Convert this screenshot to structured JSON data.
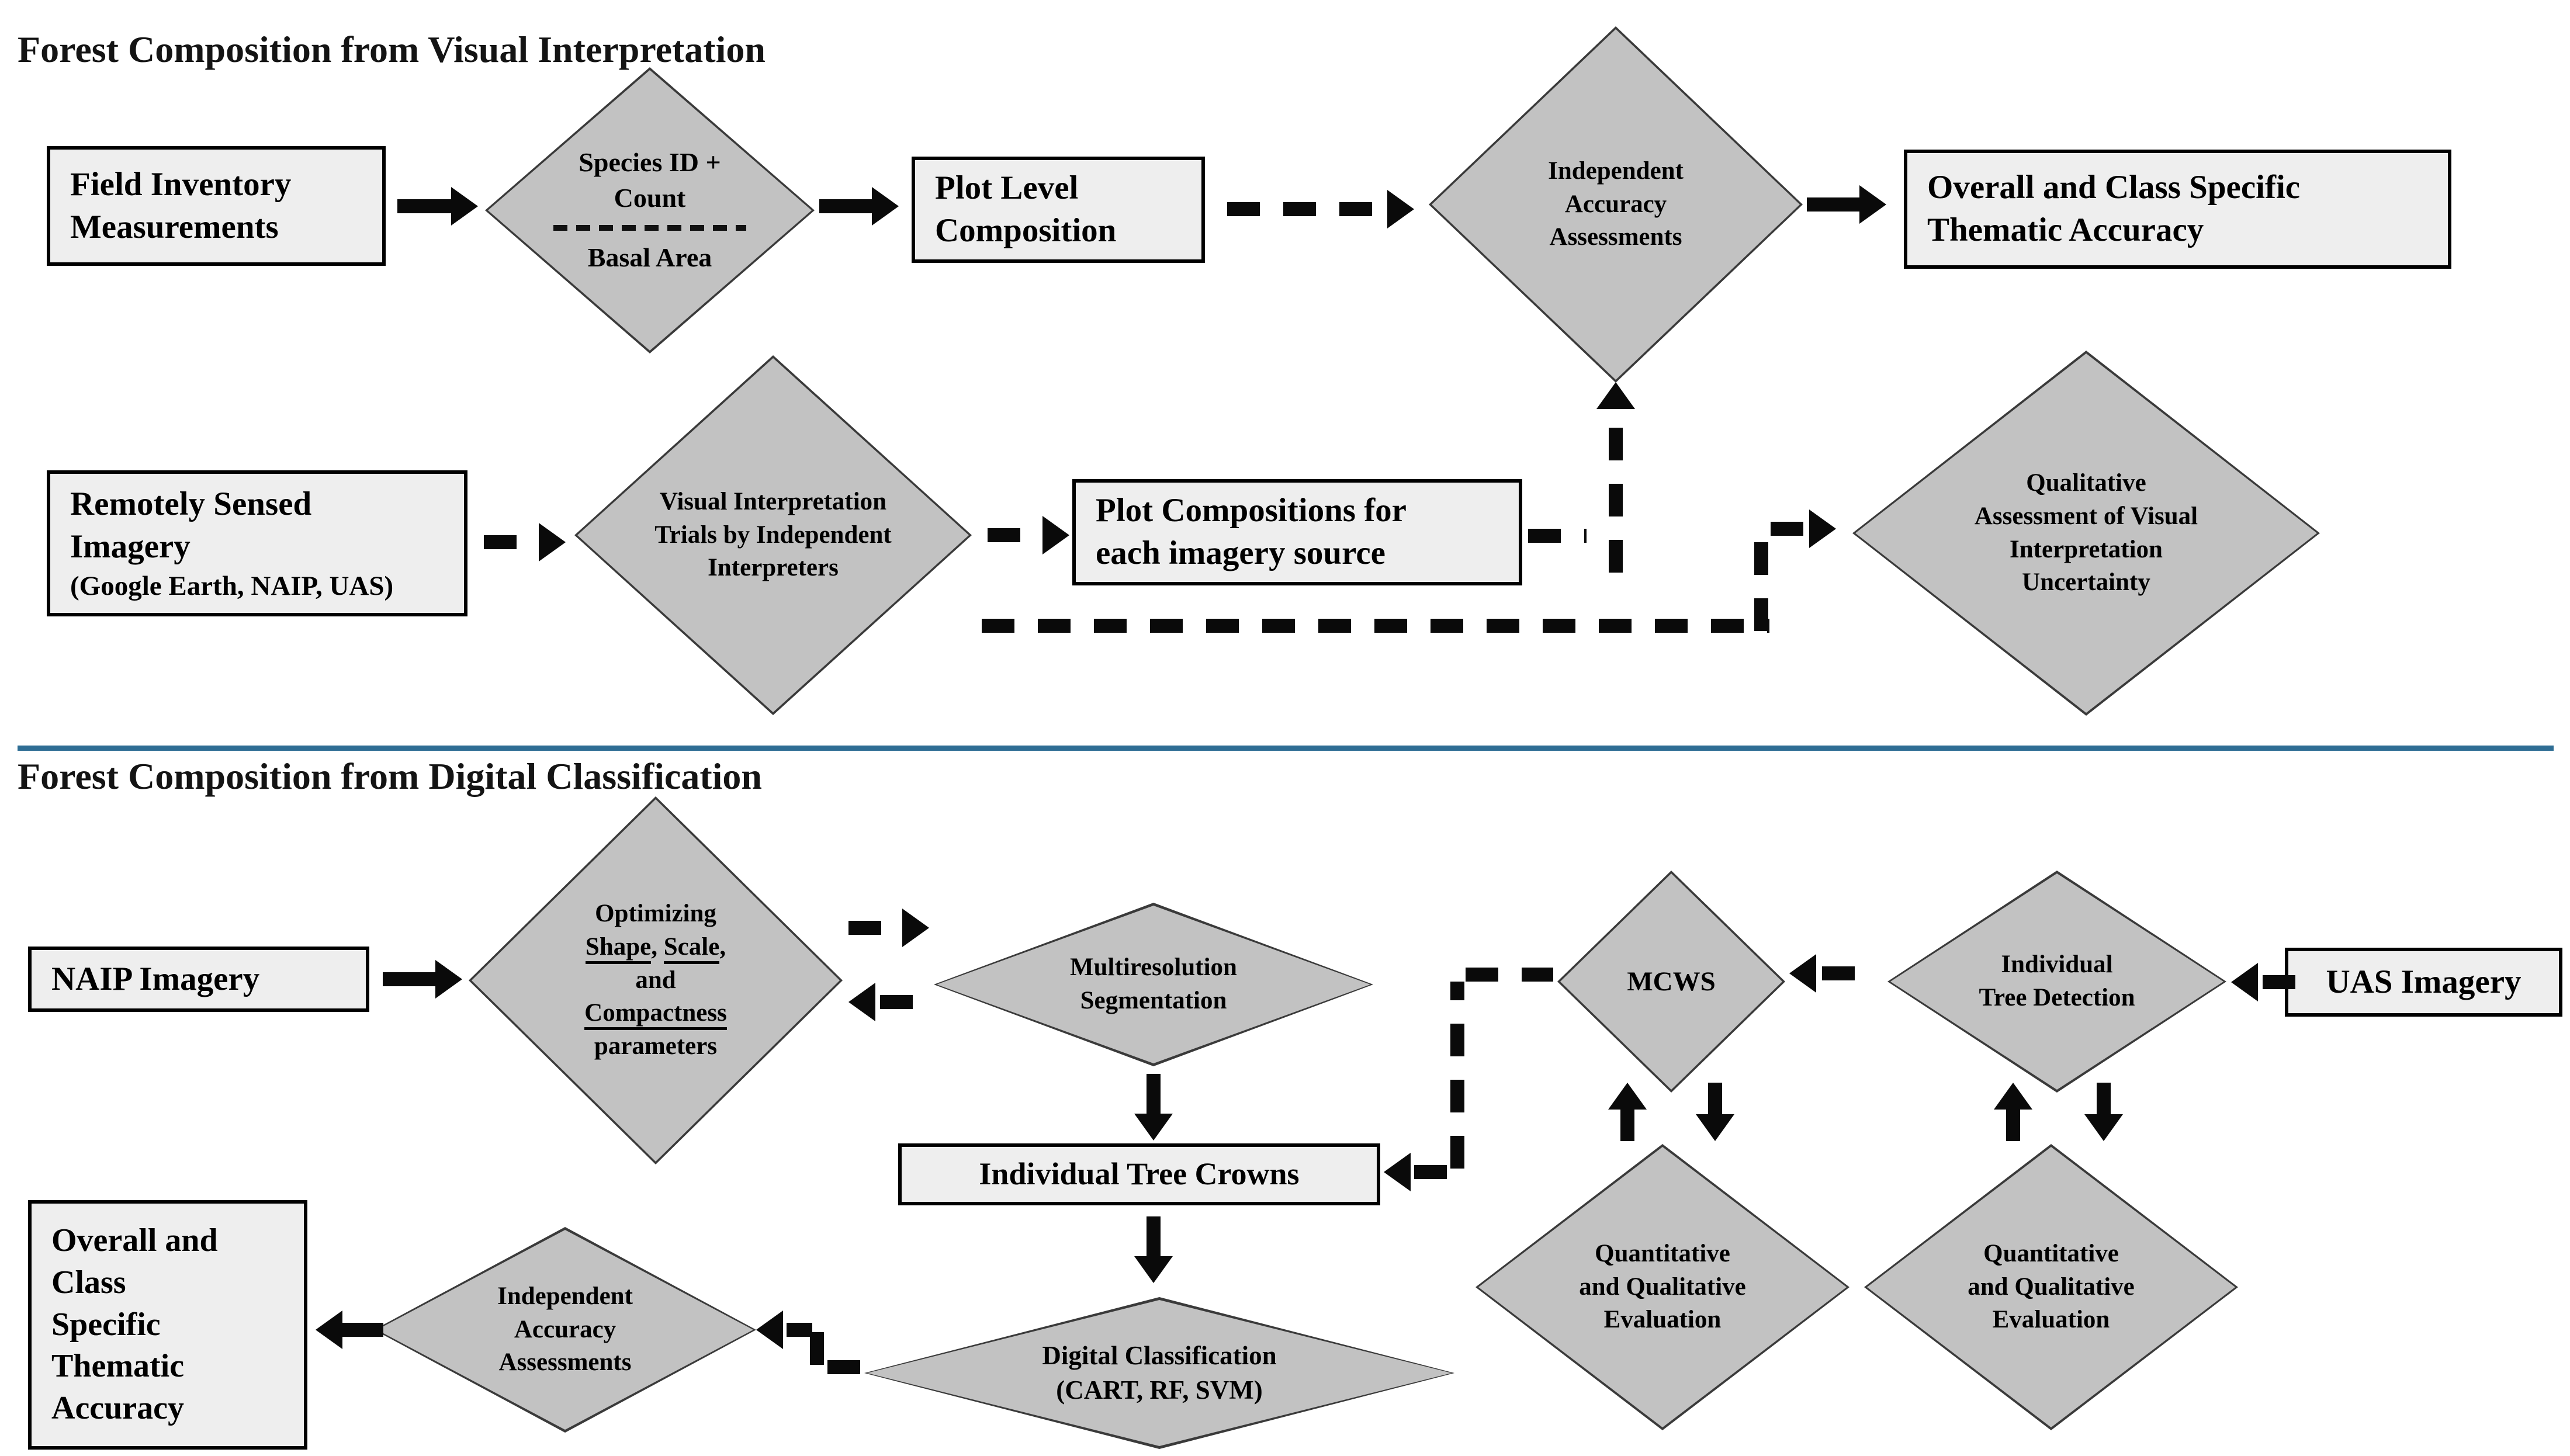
{
  "colors": {
    "diamond_fill": "#c2c2c2",
    "diamond_border": "#3a3a3a",
    "box_fill": "#eeeeee",
    "box_border": "#000000",
    "arrow": "#0a0a0a",
    "divider": "#2e6d94"
  },
  "section_visual": {
    "title": "Forest Composition from Visual Interpretation",
    "field_inventory": {
      "line1": "Field Inventory",
      "line2": "Measurements"
    },
    "species": {
      "line1": "Species ID +",
      "line2": "Count",
      "line3": "Basal Area"
    },
    "plot_level": {
      "line1": "Plot Level",
      "line2": "Composition"
    },
    "independent_accuracy": {
      "label": "Independent Accuracy Assessments"
    },
    "overall_accuracy": {
      "line1": "Overall and Class Specific",
      "line2": "Thematic Accuracy"
    },
    "remote_imagery": {
      "line1": "Remotely Sensed",
      "line2": "Imagery",
      "line3": "(Google Earth, NAIP, UAS)"
    },
    "visual_trials": {
      "label": "Visual Interpretation Trials by Independent Interpreters"
    },
    "plot_compositions": {
      "line1": "Plot Compositions for",
      "line2": "each imagery source"
    },
    "qualitative_assessment": {
      "label": "Qualitative Assessment of Visual Interpretation Uncertainty"
    }
  },
  "section_digital": {
    "title": "Forest Composition from Digital Classification",
    "naip": {
      "label": "NAIP Imagery"
    },
    "optimizing": {
      "line1": "Optimizing",
      "word_shape": "Shape",
      "sep1": ", ",
      "word_scale": "Scale",
      "sep2": ",",
      "line3": "and",
      "word_compactness": "Compactness",
      "line5": "parameters"
    },
    "multires": {
      "label": "Multiresolution Segmentation"
    },
    "tree_crowns": {
      "label": "Individual Tree Crowns"
    },
    "digital_classification": {
      "line1": "Digital Classification",
      "line2": "(CART, RF, SVM)"
    },
    "independent_accuracy": {
      "label": "Independent Accuracy Assessments"
    },
    "overall_accuracy": {
      "line1": "Overall and",
      "line2": "Class",
      "line3": "Specific",
      "line4": "Thematic",
      "line5": "Accuracy"
    },
    "mcws": {
      "label": "MCWS"
    },
    "tree_detection": {
      "label": "Individual Tree Detection"
    },
    "uas": {
      "label": "UAS Imagery"
    },
    "quant_eval_left": {
      "label": "Quantitative and Qualitative Evaluation"
    },
    "quant_eval_right": {
      "label": "Quantitative and Qualitative Evaluation"
    }
  }
}
